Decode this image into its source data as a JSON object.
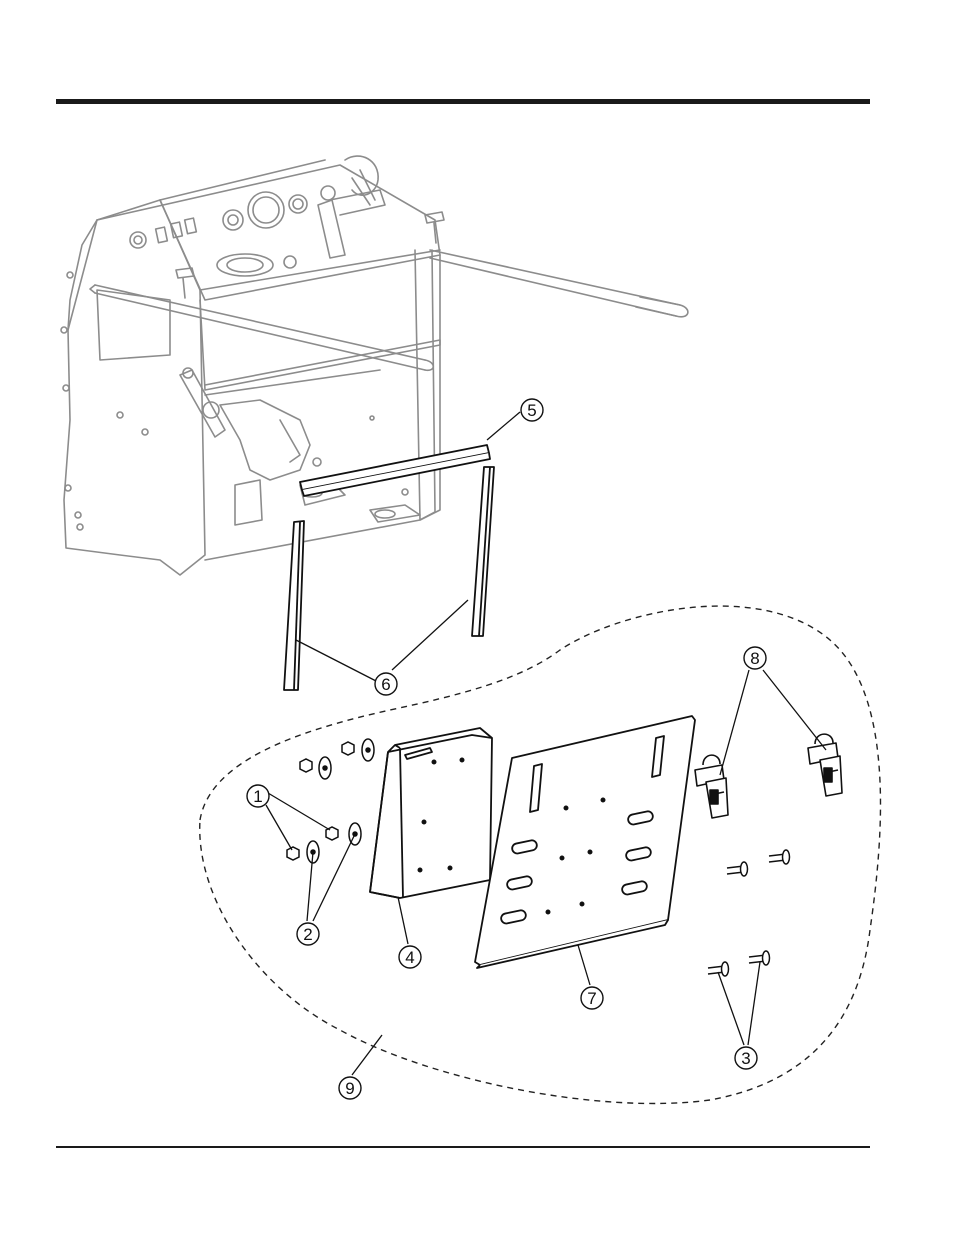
{
  "diagram": {
    "balloons": [
      {
        "id": "1",
        "label": "1"
      },
      {
        "id": "2",
        "label": "2"
      },
      {
        "id": "3",
        "label": "3"
      },
      {
        "id": "4",
        "label": "4"
      },
      {
        "id": "5",
        "label": "5"
      },
      {
        "id": "6",
        "label": "6"
      },
      {
        "id": "7",
        "label": "7"
      },
      {
        "id": "8",
        "label": "8"
      },
      {
        "id": "9",
        "label": "9"
      }
    ]
  },
  "colors": {
    "ink": "#111111",
    "faded": "#8a8a8a",
    "rule": "#1a1a1a"
  }
}
